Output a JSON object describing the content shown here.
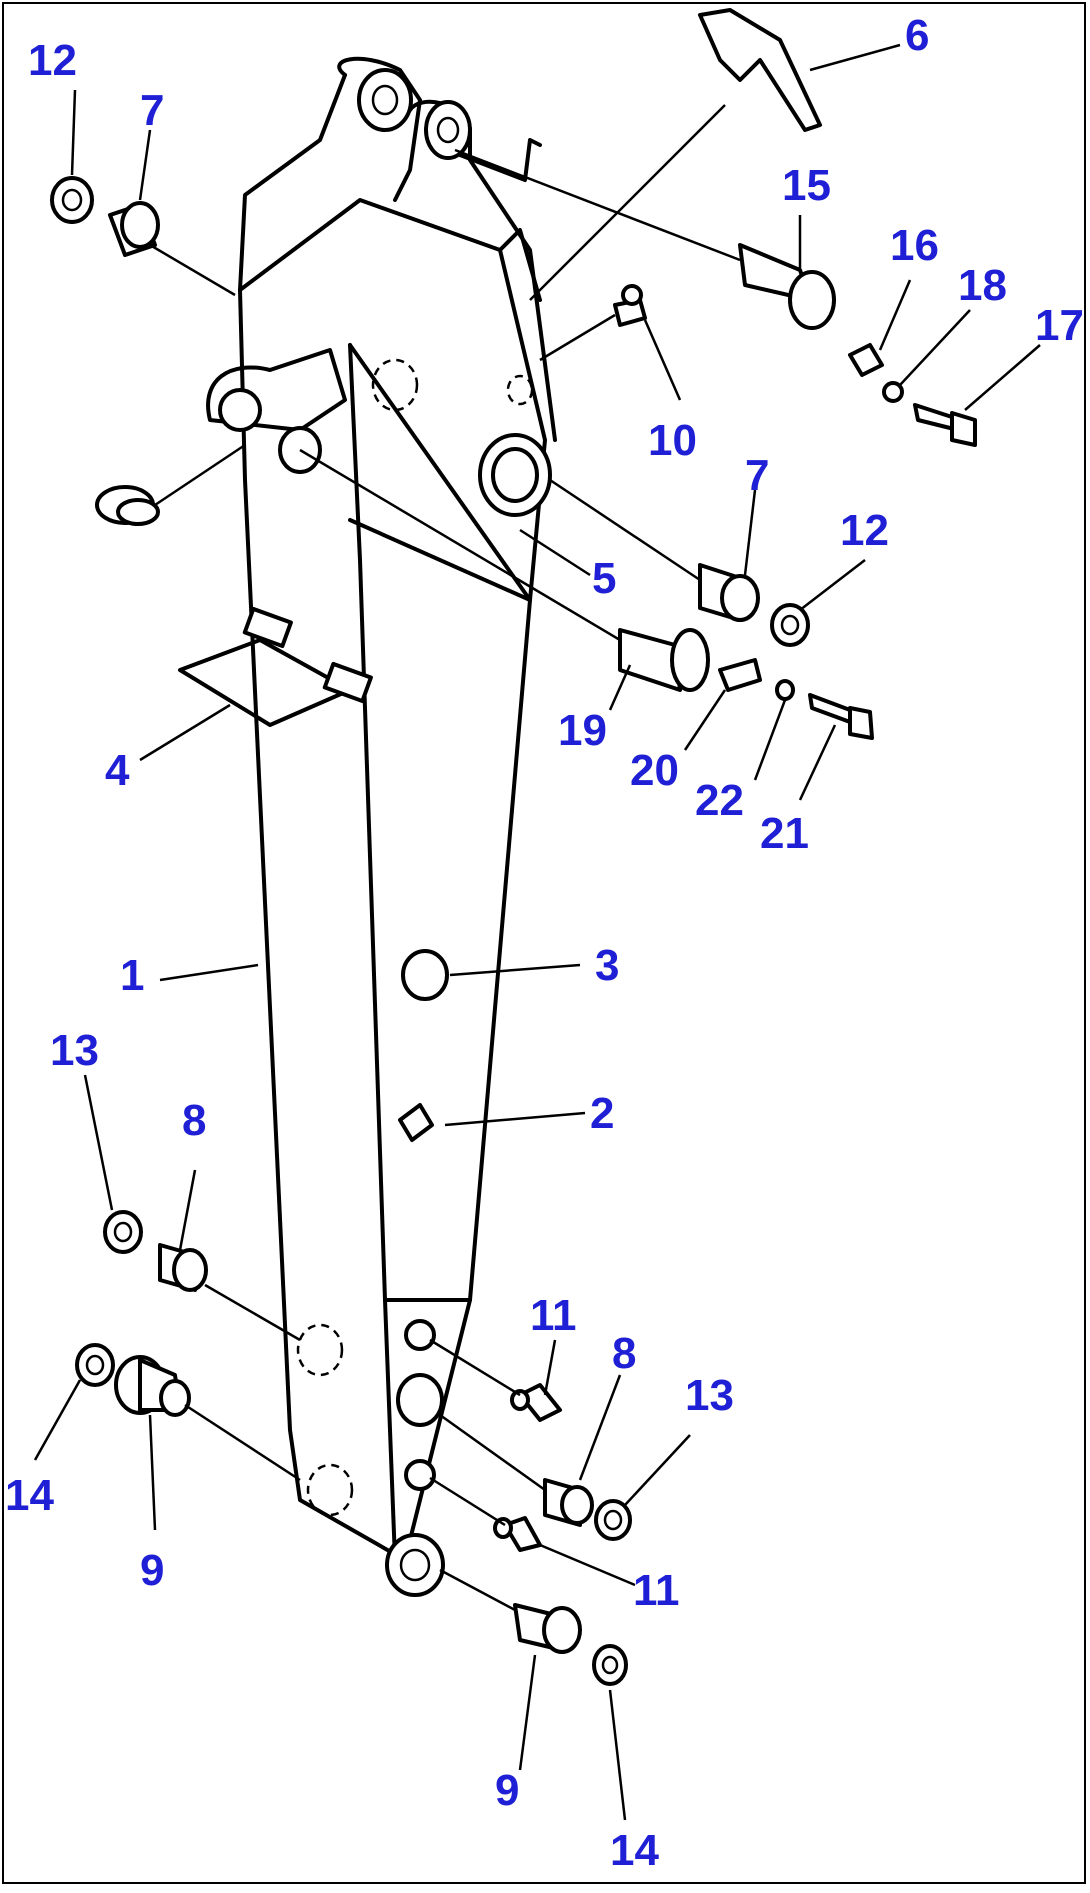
{
  "callouts": [
    {
      "id": "c12a",
      "label": "12"
    },
    {
      "id": "c7a",
      "label": "7"
    },
    {
      "id": "c6",
      "label": "6"
    },
    {
      "id": "c15",
      "label": "15"
    },
    {
      "id": "c16",
      "label": "16"
    },
    {
      "id": "c18",
      "label": "18"
    },
    {
      "id": "c17",
      "label": "17"
    },
    {
      "id": "c10",
      "label": "10"
    },
    {
      "id": "c7b",
      "label": "7"
    },
    {
      "id": "c12b",
      "label": "12"
    },
    {
      "id": "c5",
      "label": "5"
    },
    {
      "id": "c19",
      "label": "19"
    },
    {
      "id": "c20",
      "label": "20"
    },
    {
      "id": "c22",
      "label": "22"
    },
    {
      "id": "c21",
      "label": "21"
    },
    {
      "id": "c4",
      "label": "4"
    },
    {
      "id": "c3",
      "label": "3"
    },
    {
      "id": "c1",
      "label": "1"
    },
    {
      "id": "c2",
      "label": "2"
    },
    {
      "id": "c13a",
      "label": "13"
    },
    {
      "id": "c8a",
      "label": "8"
    },
    {
      "id": "c11a",
      "label": "11"
    },
    {
      "id": "c8b",
      "label": "8"
    },
    {
      "id": "c13b",
      "label": "13"
    },
    {
      "id": "c14a",
      "label": "14"
    },
    {
      "id": "c9a",
      "label": "9"
    },
    {
      "id": "c11b",
      "label": "11"
    },
    {
      "id": "c9b",
      "label": "9"
    },
    {
      "id": "c14b",
      "label": "14"
    }
  ],
  "colors": {
    "callout": "#1f1fd6",
    "line": "#000000",
    "background": "#ffffff"
  }
}
